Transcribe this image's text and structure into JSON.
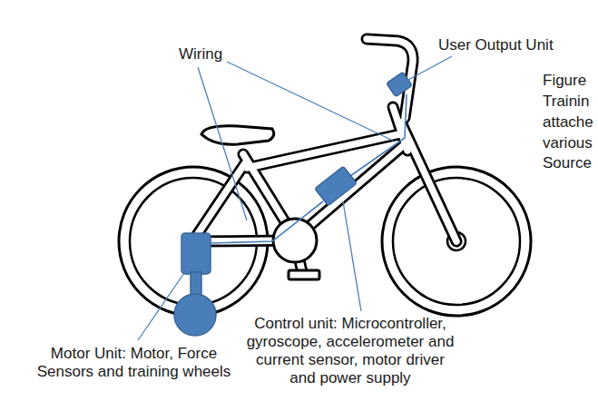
{
  "diagram": {
    "labels": [
      "Wiring",
      "User Output Unit",
      "Figure",
      "Trainin",
      "attache",
      "various",
      "Source",
      "Control unit: Microcontroller, gyroscope, accelerometer and current sensor, motor driver and power supply",
      "Motor Unit: Motor, Force Sensors and training wheels"
    ]
  }
}
